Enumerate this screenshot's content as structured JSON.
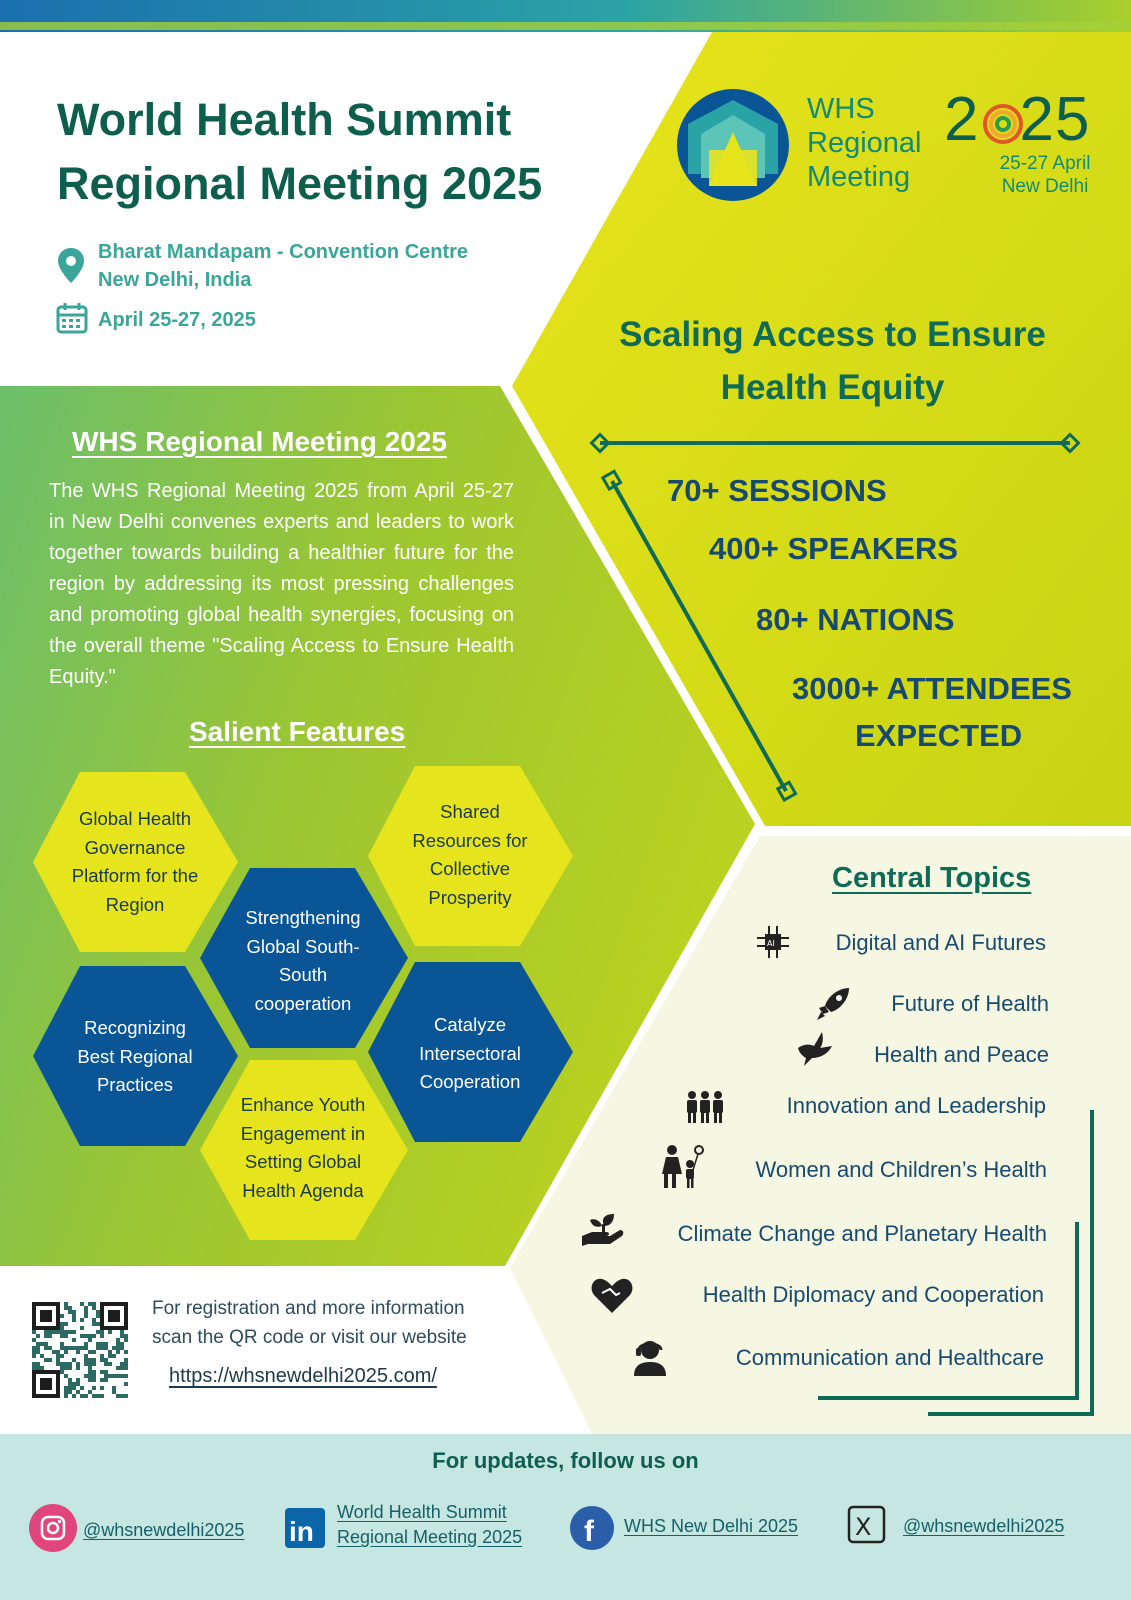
{
  "header": {
    "title_line1": "World Health Summit",
    "title_line2": "Regional Meeting 2025",
    "venue_line1": "Bharat Mandapam - Convention Centre",
    "venue_line2": "New Delhi, India",
    "dates": "April 25-27, 2025"
  },
  "logo": {
    "line1": "WHS",
    "line2": "Regional",
    "line3": "Meeting",
    "year_left": "2",
    "year_right": "25",
    "sub_line1": "25-27 April",
    "sub_line2": "New Delhi"
  },
  "theme": {
    "line1": "Scaling Access to Ensure",
    "line2": "Health Equity"
  },
  "stats": [
    "70+ SESSIONS",
    "400+ SPEAKERS",
    "80+ NATIONS",
    "3000+ ATTENDEES",
    "EXPECTED"
  ],
  "about": {
    "heading": "WHS Regional Meeting 2025",
    "body": "The WHS Regional Meeting 2025 from April 25-27 in New Delhi convenes experts and leaders to work together towards building a healthier future for the region by addressing its most pressing challenges and promoting global health synergies, focusing on the overall theme \"Scaling Access to Ensure Health Equity.\""
  },
  "features": {
    "heading": "Salient Features",
    "items": [
      [
        "Global Health",
        "Governance",
        "Platform for the",
        "Region"
      ],
      [
        "Shared",
        "Resources for",
        "Collective",
        "Prosperity"
      ],
      [
        "Strengthening",
        "Global South-",
        "South",
        "cooperation"
      ],
      [
        "Recognizing",
        "Best Regional",
        "Practices"
      ],
      [
        "Catalyze",
        "Intersectoral",
        "Cooperation"
      ],
      [
        "Enhance Youth",
        "Engagement in",
        "Setting Global",
        "Health Agenda"
      ]
    ]
  },
  "topics": {
    "heading": "Central Topics",
    "items": [
      "Digital and AI Futures",
      "Future of Health",
      "Health and Peace",
      "Innovation and Leadership",
      "Women and Children’s Health",
      "Climate Change and Planetary Health",
      "Health Diplomacy and Cooperation",
      "Communication and Healthcare"
    ]
  },
  "registration": {
    "line1": "For registration and more information",
    "line2": "scan the QR code or visit our website",
    "url": "https://whsnewdelhi2025.com/"
  },
  "footer": {
    "heading": "For updates, follow us on",
    "instagram": "@whsnewdelhi2025",
    "linkedin_line1": "World Health Summit",
    "linkedin_line2": "Regional Meeting 2025",
    "facebook": "WHS New Delhi 2025",
    "x": "@whsnewdelhi2025"
  },
  "colors": {
    "dark_green": "#0e5e4e",
    "teal": "#3aa69a",
    "lime": "#d4dc12",
    "yellow": "#e6e41c",
    "navy": "#0a5596",
    "cream": "#f5f7e3",
    "footer_bg": "#c5e6e1"
  }
}
